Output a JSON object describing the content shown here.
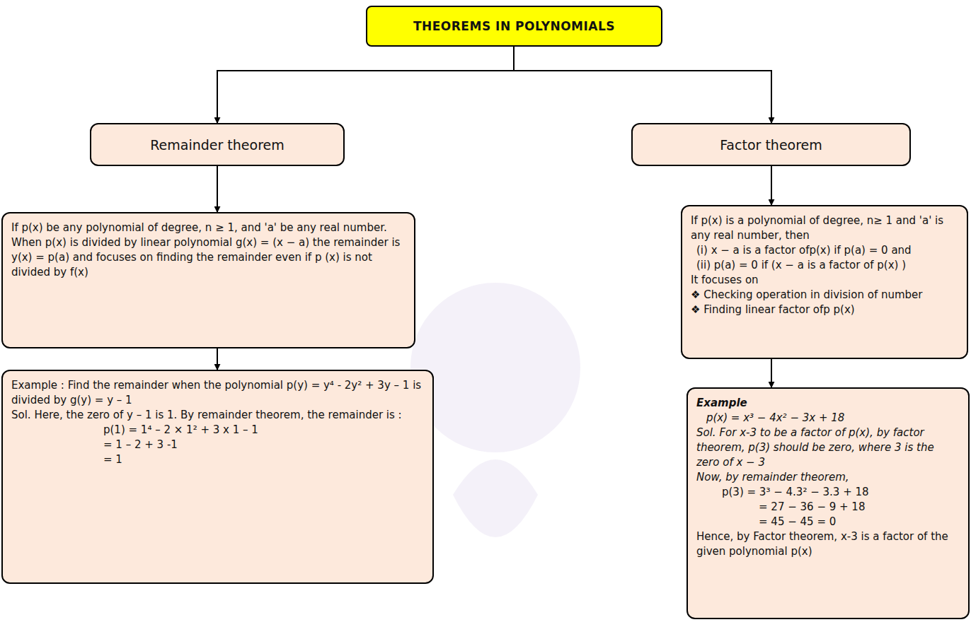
{
  "diagram": {
    "title": "THEOREMS IN POLYNOMIALS",
    "nodes": [
      {
        "text": [
          "THEOREMS IN POLYNOMIALS"
        ]
      },
      {
        "text": [
          "Remainder theorem"
        ]
      },
      {
        "text": [
          "Factor theorem"
        ]
      },
      {
        "text": [
          "If p(x) be any polynomial of degree, n ≥ 1, and 'a' be any real number. When p(x) is divided by linear polynomial g(x) = (x − a) the remainder is y(x) = p(a) and focuses on finding the remainder even if p (x) is not divided by f(x)"
        ]
      },
      {
        "text": [
          "Example : Find the remainder when the polynomial p(y) = y⁴ - 2y² + 3y – 1 is divided by g(y) = y – 1",
          "Sol. Here, the zero of y – 1 is 1. By remainder theorem, the remainder is :",
          "p(1) = 1⁴ – 2 × 1² + 3 x 1 – 1",
          "= 1 – 2 + 3 -1",
          "= 1"
        ]
      },
      {
        "text": [
          "If p(x) is a polynomial of degree, n≥ 1 and 'a' is any real number, then",
          "(i) x − a is a factor ofp(x) if p(a) = 0 and",
          "(ii) p(a) = 0 if (x − a is a factor of p(x) )",
          "It focuses on",
          "❖ Checking operation in division of number",
          "❖ Finding linear factor ofp p(x)"
        ]
      },
      {
        "text": [
          "Example",
          "p(x) = x³ − 4x² − 3x + 18",
          "Sol. For x-3 to be a factor of p(x), by factor theorem, p(3) should be zero, where 3 is the zero of x − 3",
          "Now, by remainder theorem,",
          "p(3) = 3³ − 4.3² − 3.3 + 18",
          "= 27 − 36 − 9 + 18",
          "= 45 − 45 = 0",
          "Hence, by Factor theorem, x-3 is a factor of the given polynomial p(x)"
        ]
      }
    ],
    "edges": [
      {
        "from": 0,
        "to": 1,
        "arrow": "to"
      },
      {
        "from": 0,
        "to": 2,
        "arrow": "to"
      },
      {
        "from": 1,
        "to": 3,
        "arrow": "to"
      },
      {
        "from": 3,
        "to": 4,
        "arrow": "to"
      },
      {
        "from": 2,
        "to": 5,
        "arrow": "to"
      },
      {
        "from": 5,
        "to": 6,
        "arrow": "to"
      }
    ]
  }
}
